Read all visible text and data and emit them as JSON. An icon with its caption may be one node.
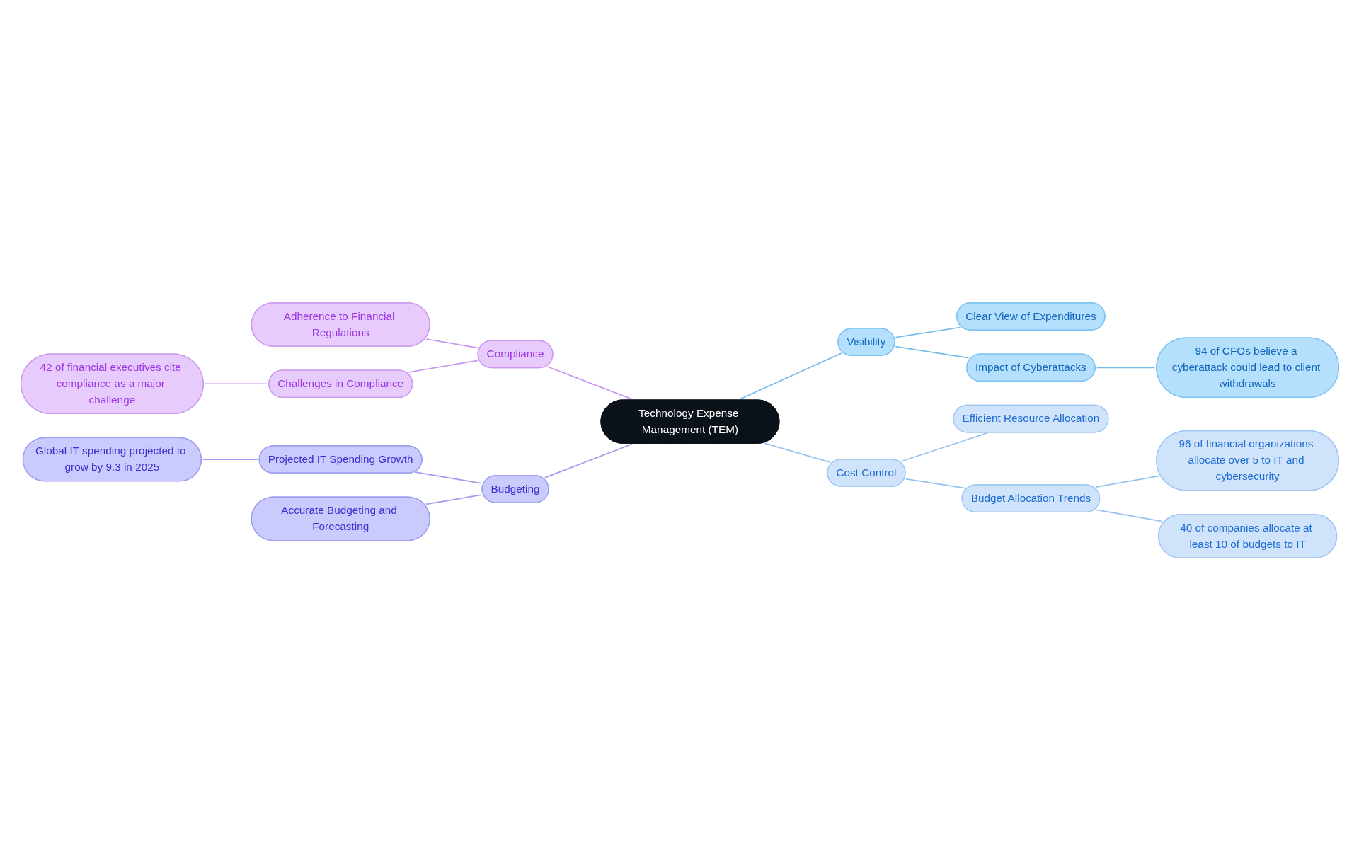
{
  "diagram": {
    "nodes": [
      {
        "text": [
          "Technology Expense Management (TEM)"
        ]
      },
      {
        "text": [
          "Compliance"
        ]
      },
      {
        "text": [
          "Adherence to Financial Regulations"
        ]
      },
      {
        "text": [
          "Challenges in Compliance"
        ]
      },
      {
        "text": [
          "42 of financial executives cite compliance as a major challenge"
        ]
      },
      {
        "text": [
          "Visibility"
        ]
      },
      {
        "text": [
          "Clear View of Expenditures"
        ]
      },
      {
        "text": [
          "Impact of Cyberattacks"
        ]
      },
      {
        "text": [
          "94 of CFOs believe a cyberattack could lead to client withdrawals"
        ]
      },
      {
        "text": [
          "Cost Control"
        ]
      },
      {
        "text": [
          "Efficient Resource Allocation"
        ]
      },
      {
        "text": [
          "Budget Allocation Trends"
        ]
      },
      {
        "text": [
          "96 of financial organizations allocate over 5 to IT and cybersecurity"
        ]
      },
      {
        "text": [
          "40 of companies allocate at least 10 of budgets to IT"
        ]
      },
      {
        "text": [
          "Budgeting"
        ]
      },
      {
        "text": [
          "Projected IT Spending Growth"
        ]
      },
      {
        "text": [
          "Global IT spending projected to grow by 9.3 in 2025"
        ]
      },
      {
        "text": [
          "Accurate Budgeting and Forecasting"
        ]
      }
    ],
    "edges": [
      {
        "from": 1,
        "to": 0,
        "arrow": "none",
        "color": "#c993f0"
      },
      {
        "from": 2,
        "to": 1,
        "arrow": "none",
        "color": "#c993f0"
      },
      {
        "from": 3,
        "to": 1,
        "arrow": "none",
        "color": "#c993f0"
      },
      {
        "from": 4,
        "to": 3,
        "arrow": "none",
        "color": "#c993f0"
      },
      {
        "from": 0,
        "to": 5,
        "arrow": "none",
        "color": "#74bbeb"
      },
      {
        "from": 5,
        "to": 6,
        "arrow": "none",
        "color": "#74bbeb"
      },
      {
        "from": 5,
        "to": 7,
        "arrow": "none",
        "color": "#74bbeb"
      },
      {
        "from": 7,
        "to": 8,
        "arrow": "none",
        "color": "#74bbeb"
      },
      {
        "from": 0,
        "to": 9,
        "arrow": "none",
        "color": "#98c1ee"
      },
      {
        "from": 9,
        "to": 10,
        "arrow": "none",
        "color": "#98c1ee"
      },
      {
        "from": 9,
        "to": 11,
        "arrow": "none",
        "color": "#98c1ee"
      },
      {
        "from": 11,
        "to": 12,
        "arrow": "none",
        "color": "#98c1ee"
      },
      {
        "from": 11,
        "to": 13,
        "arrow": "none",
        "color": "#98c1ee"
      },
      {
        "from": 14,
        "to": 0,
        "arrow": "none",
        "color": "#9d9cee"
      },
      {
        "from": 15,
        "to": 14,
        "arrow": "none",
        "color": "#9d9cee"
      },
      {
        "from": 16,
        "to": 15,
        "arrow": "none",
        "color": "#9d9cee"
      },
      {
        "from": 17,
        "to": 14,
        "arrow": "none",
        "color": "#9d9cee"
      }
    ]
  }
}
